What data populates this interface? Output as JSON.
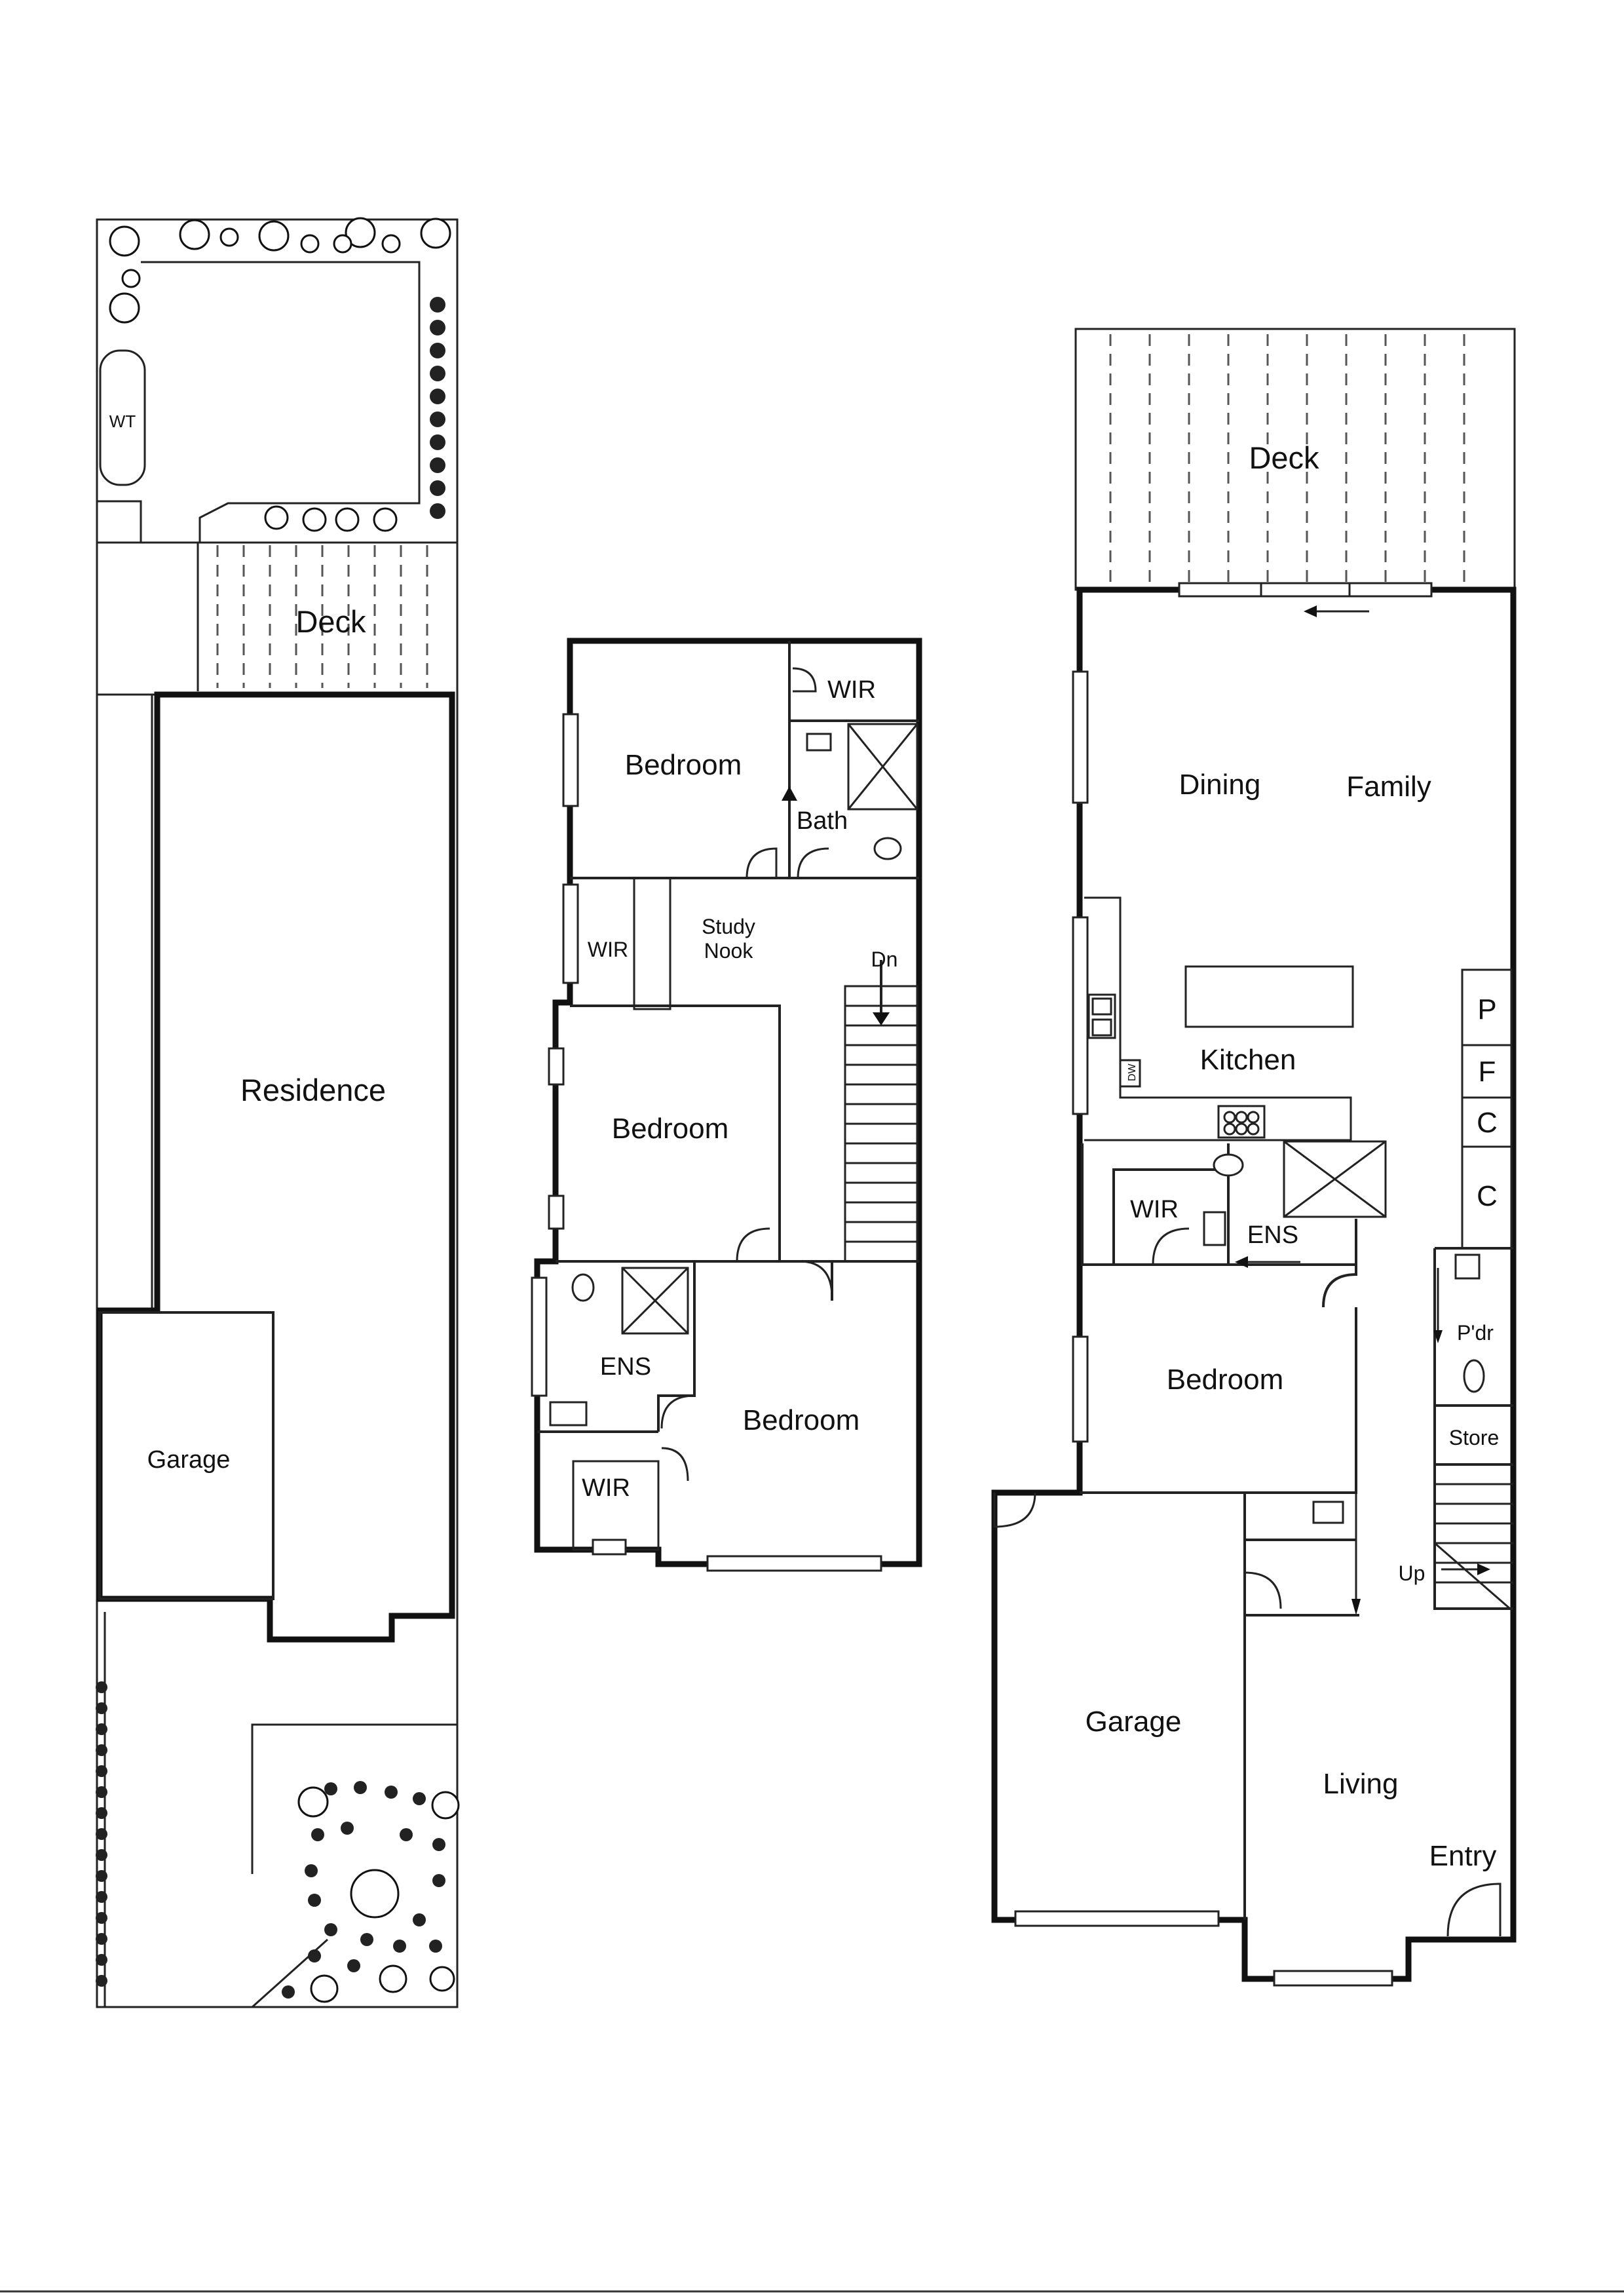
{
  "site_plan": {
    "deck": "Deck",
    "water_tank": "WT",
    "residence": "Residence",
    "garage": "Garage"
  },
  "upper_floor": {
    "bedroom_1": "Bedroom",
    "wir_1": "WIR",
    "bath": "Bath",
    "wir_2": "WIR",
    "study_nook_line1": "Study",
    "study_nook_line2": "Nook",
    "stairs_down": "Dn",
    "bedroom_2": "Bedroom",
    "ensuite": "ENS",
    "bedroom_3": "Bedroom",
    "wir_3": "WIR"
  },
  "ground_floor": {
    "deck": "Deck",
    "dining": "Dining",
    "family": "Family",
    "kitchen": "Kitchen",
    "dishwasher": "DW",
    "pantry": "P",
    "fridge": "F",
    "cupboard_1": "C",
    "cupboard_2": "C",
    "wir": "WIR",
    "ensuite": "ENS",
    "powder_room": "P'dr",
    "bedroom": "Bedroom",
    "store": "Store",
    "stairs_up": "Up",
    "garage": "Garage",
    "living": "Living",
    "entry": "Entry"
  }
}
